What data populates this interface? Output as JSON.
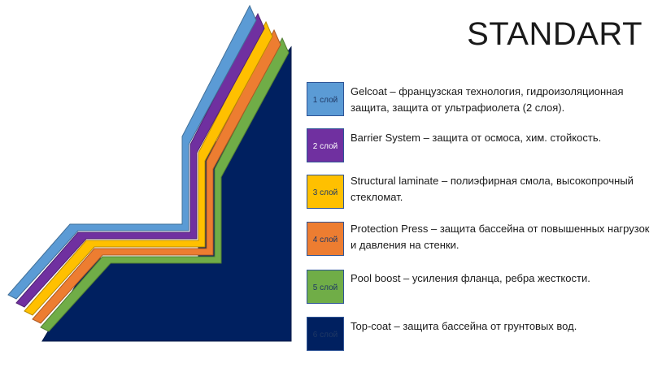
{
  "title": "STANDART",
  "layers": [
    {
      "box_label": "1 слой",
      "text": "Gelcoat – французская технология, гидроизоляционная защита, защита от ультрафиолета (2 слоя).",
      "color": "#5b9bd5",
      "label_color": "#1f3864"
    },
    {
      "box_label": "2 слой",
      "text": "Barrier System – защита от осмоса, хим. стойкость.",
      "color": "#7030a0",
      "label_color": "#ffffff"
    },
    {
      "box_label": "3 слой",
      "text": "Structural laminate – полиэфирная смола, высокопрочный стекломат.",
      "color": "#ffc000",
      "label_color": "#1f3864"
    },
    {
      "box_label": "4 слой",
      "text": "Protection Press – защита бассейна от повышенных нагрузок и давления на стенки.",
      "color": "#ed7d31",
      "label_color": "#1f3864"
    },
    {
      "box_label": "5 слой",
      "text": "Pool boost – усиления фланца, ребра жесткости.",
      "color": "#70ad47",
      "label_color": "#1f3864"
    },
    {
      "box_label": "6 слой",
      "text": "Top-coat – защита бассейна от грунтовых вод.",
      "color": "#002060",
      "label_color": "#1f3864"
    }
  ]
}
